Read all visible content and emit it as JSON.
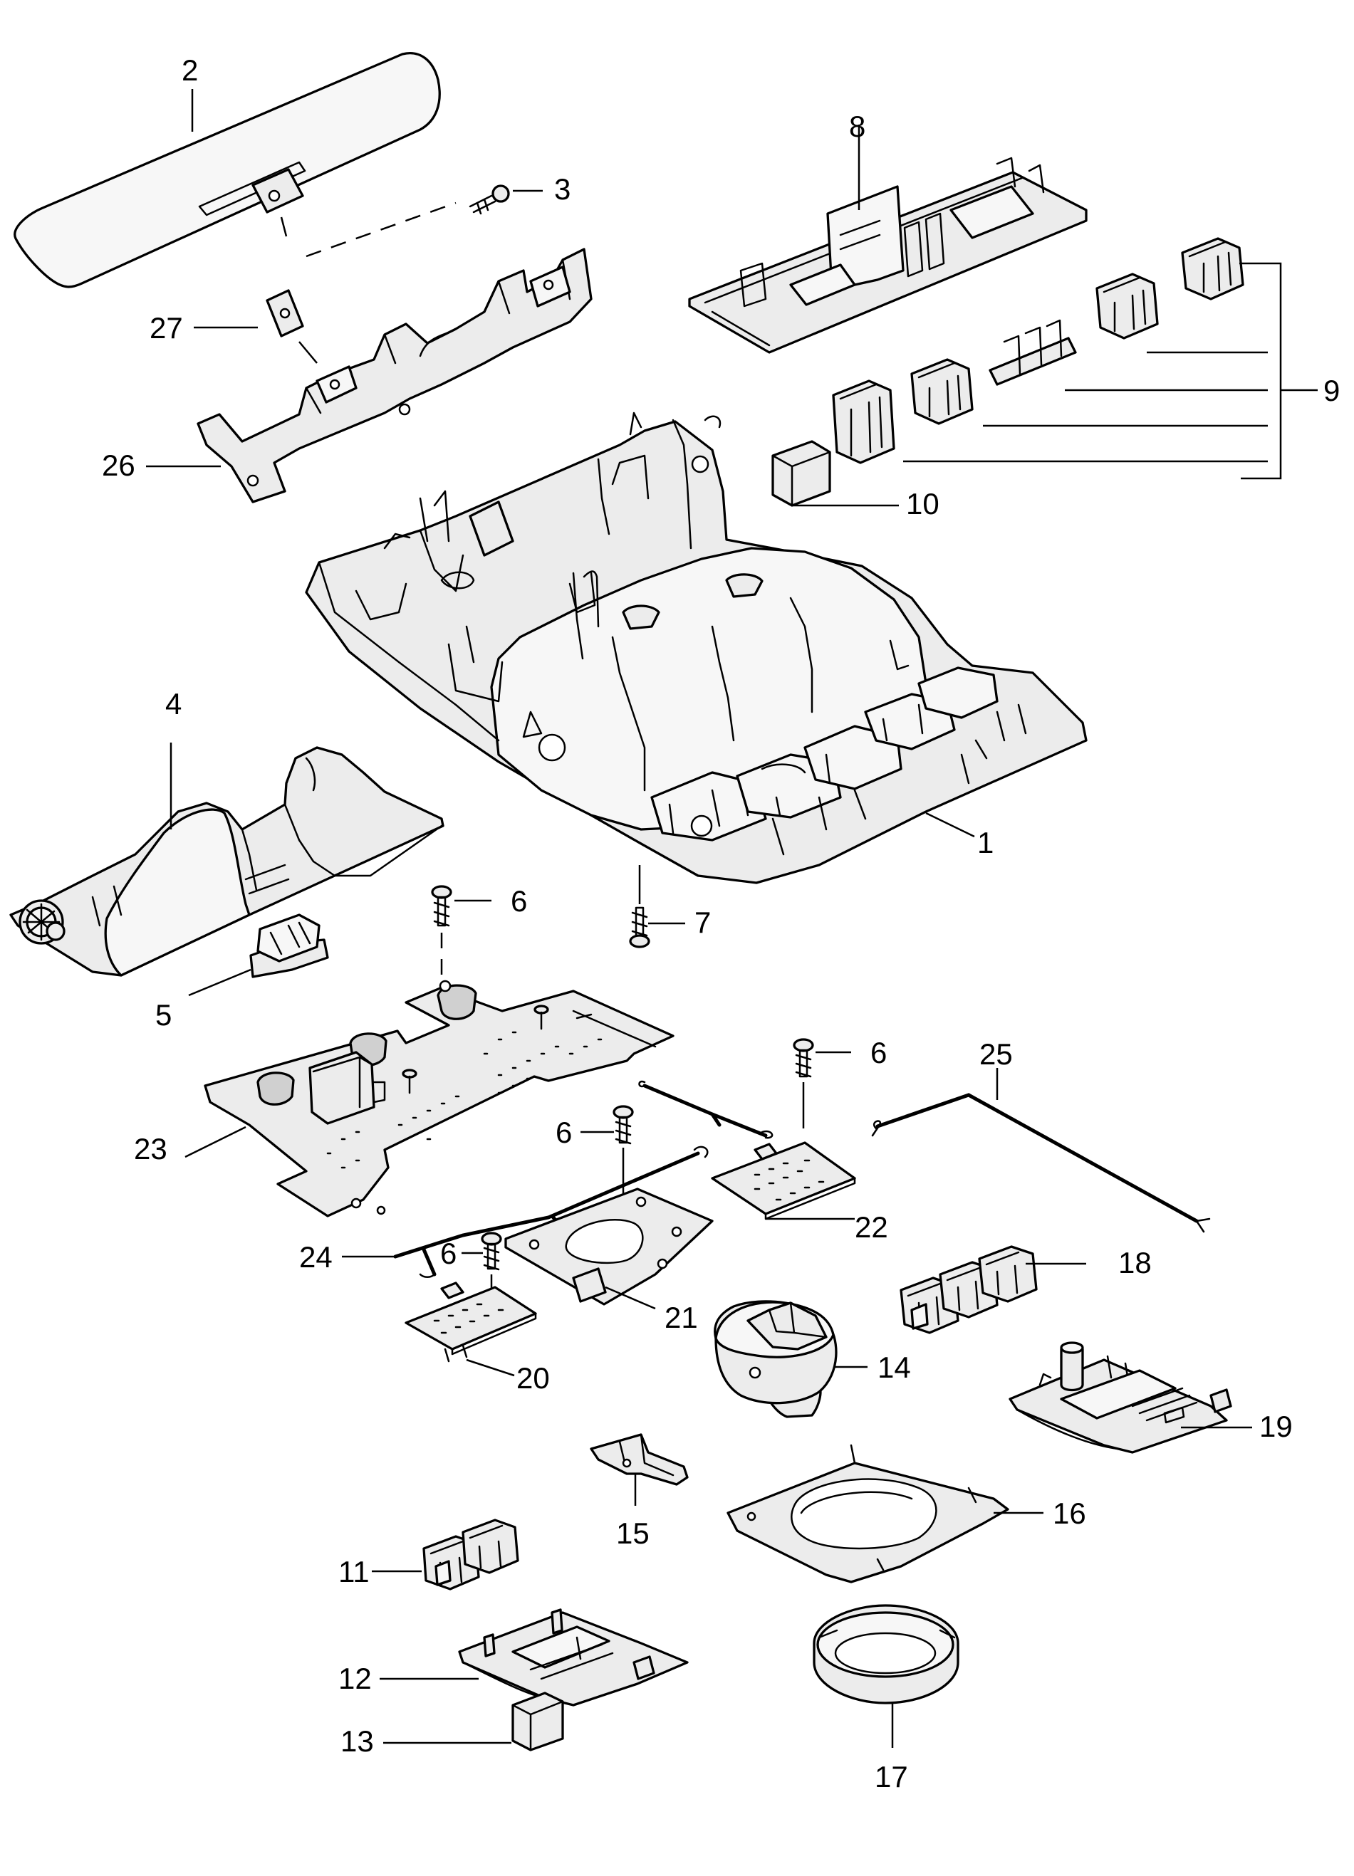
{
  "callouts": [
    {
      "id": "1",
      "label": "1"
    },
    {
      "id": "2",
      "label": "2"
    },
    {
      "id": "3",
      "label": "3"
    },
    {
      "id": "4",
      "label": "4"
    },
    {
      "id": "5",
      "label": "5"
    },
    {
      "id": "6a",
      "label": "6"
    },
    {
      "id": "6b",
      "label": "6"
    },
    {
      "id": "6c",
      "label": "6"
    },
    {
      "id": "6d",
      "label": "6"
    },
    {
      "id": "7",
      "label": "7"
    },
    {
      "id": "8",
      "label": "8"
    },
    {
      "id": "9",
      "label": "9"
    },
    {
      "id": "10",
      "label": "10"
    },
    {
      "id": "11",
      "label": "11"
    },
    {
      "id": "12",
      "label": "12"
    },
    {
      "id": "13",
      "label": "13"
    },
    {
      "id": "14",
      "label": "14"
    },
    {
      "id": "15",
      "label": "15"
    },
    {
      "id": "16",
      "label": "16"
    },
    {
      "id": "17",
      "label": "17"
    },
    {
      "id": "18",
      "label": "18"
    },
    {
      "id": "19",
      "label": "19"
    },
    {
      "id": "20",
      "label": "20"
    },
    {
      "id": "21",
      "label": "21"
    },
    {
      "id": "22",
      "label": "22"
    },
    {
      "id": "23",
      "label": "23"
    },
    {
      "id": "24",
      "label": "24"
    },
    {
      "id": "25",
      "label": "25"
    },
    {
      "id": "26",
      "label": "26"
    },
    {
      "id": "27",
      "label": "27"
    }
  ]
}
